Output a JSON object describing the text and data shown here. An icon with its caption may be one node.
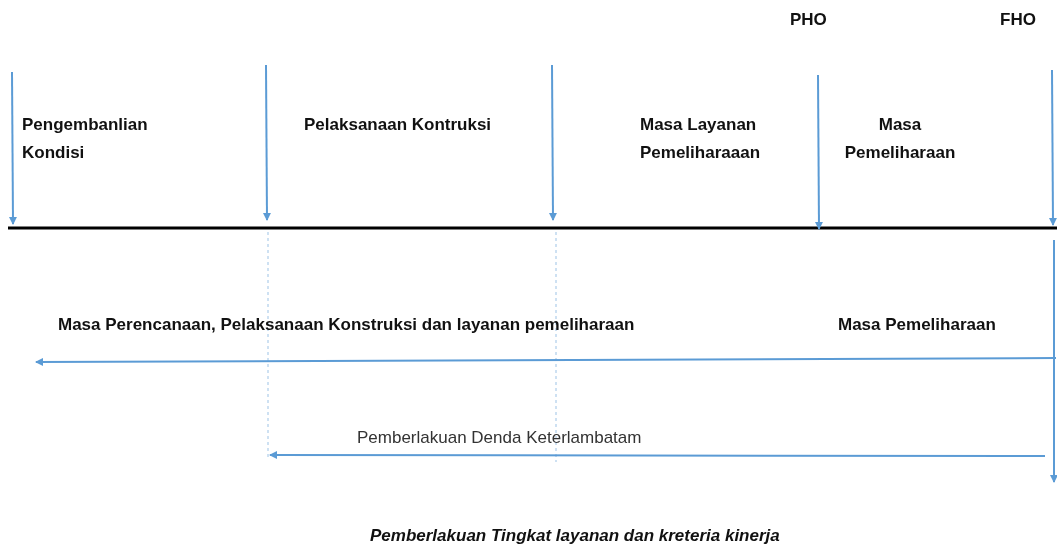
{
  "diagram": {
    "caption": "Pemberlakuan Tingkat layanan dan kreteria kinerja",
    "labels": [
      "PHO",
      "FHO",
      "Pengembanlian Kondisi",
      "Pelaksanaan Kontruksi",
      "Masa Layanan Pemeliharaaan",
      "Masa Pemeliharaan",
      "Masa Perencanaan, Pelaksanaan Konstruksi dan layanan pemeliharaan",
      "Masa Pemeliharaan",
      "Pemberlakuan Denda Keterlambatam"
    ]
  }
}
